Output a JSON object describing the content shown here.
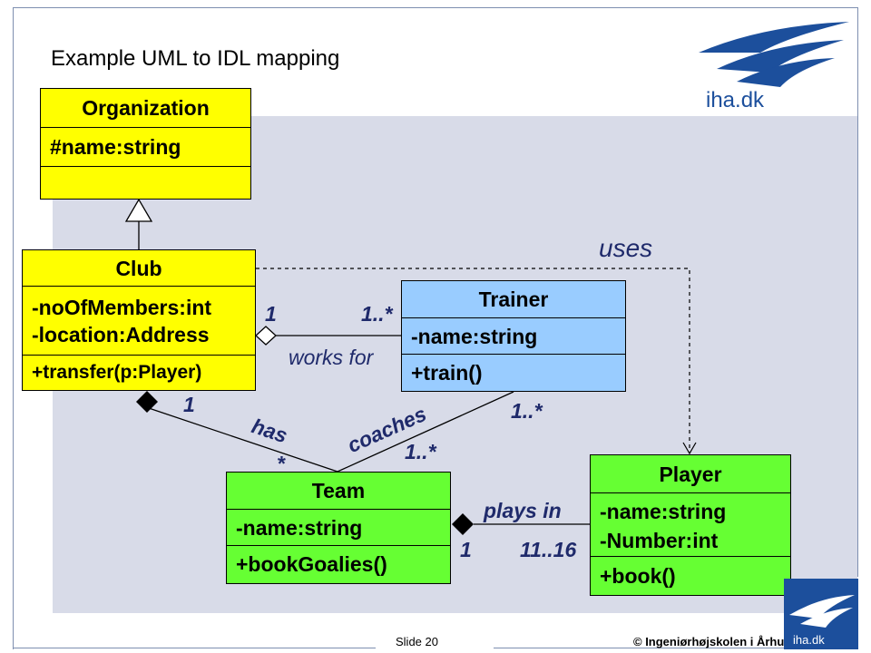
{
  "slide": {
    "title": "Example UML to IDL mapping",
    "number": "Slide 20",
    "copyright": "© Ingeniørhøjskolen i Århus"
  },
  "logo": {
    "text": "iha.dk",
    "small_text": "iha.dk",
    "color": "#1c4f9c"
  },
  "classes": {
    "organization": {
      "name": "Organization",
      "attributes": [
        "#name:string"
      ],
      "operations": [],
      "color": "#ffff00"
    },
    "club": {
      "name": "Club",
      "attributes": [
        "-noOfMembers:int",
        "-location:Address"
      ],
      "operations": [
        "+transfer(p:Player)"
      ],
      "color": "#ffff00"
    },
    "trainer": {
      "name": "Trainer",
      "attributes": [
        "-name:string"
      ],
      "operations": [
        "+train()"
      ],
      "color": "#99ccff"
    },
    "team": {
      "name": "Team",
      "attributes": [
        "-name:string"
      ],
      "operations": [
        "+bookGoalies()"
      ],
      "color": "#66ff33"
    },
    "player": {
      "name": "Player",
      "attributes": [
        "-name:string",
        "-Number:int"
      ],
      "operations": [
        "+book()"
      ],
      "color": "#66ff33"
    }
  },
  "associations": {
    "uses": {
      "label": "uses"
    },
    "works_for": {
      "label": "works for",
      "club_mult": "1",
      "trainer_mult": "1..*"
    },
    "has": {
      "label": "has",
      "club_mult": "1",
      "team_mult": "*"
    },
    "coaches": {
      "label": "coaches",
      "trainer_mult": "1..*",
      "team_mult": "1..*"
    },
    "plays_in": {
      "label": "plays in",
      "team_mult": "1",
      "player_mult": "11..16"
    }
  }
}
